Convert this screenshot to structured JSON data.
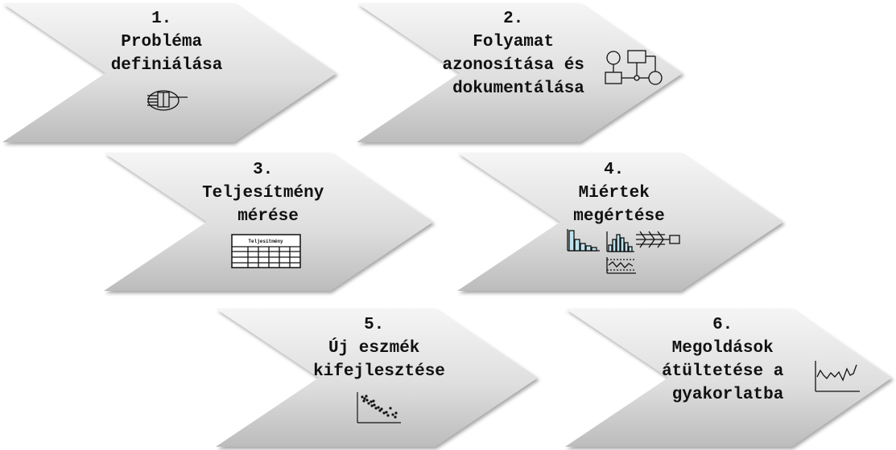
{
  "steps": [
    {
      "number": "1.",
      "lines": [
        "Probléma",
        "definiálása"
      ],
      "icon": "process-block-icon"
    },
    {
      "number": "2.",
      "lines": [
        "Folyamat",
        "azonosítása és",
        "dokumentálása"
      ],
      "icon": "flowchart-icon"
    },
    {
      "number": "3.",
      "lines": [
        "Teljesítmény",
        "mérése"
      ],
      "icon": "data-table-icon",
      "icon_caption": "Teljesítmény"
    },
    {
      "number": "4.",
      "lines": [
        "Miértek",
        "megértése"
      ],
      "icon": "analysis-charts-icon"
    },
    {
      "number": "5.",
      "lines": [
        "Új eszmék",
        "kifejlesztése"
      ],
      "icon": "scatter-plot-icon"
    },
    {
      "number": "6.",
      "lines": [
        "Megoldások",
        "átültetése a",
        "gyakorlatba"
      ],
      "icon": "line-chart-icon"
    }
  ],
  "colors": {
    "arrow_fill_light": "#f4f4f4",
    "arrow_fill_dark": "#bdbdbd",
    "text": "#111111"
  }
}
